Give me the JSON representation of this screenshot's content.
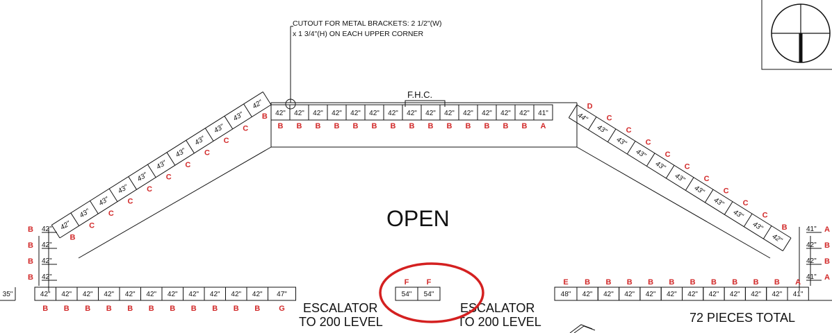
{
  "callout": {
    "line1": "CUTOUT FOR METAL BRACKETS: 2 1/2\"(W)",
    "line2": "x 1 3/4\"(H) ON EACH UPPER CORNER"
  },
  "fhc_label": "F.H.C.",
  "open_label": "OPEN",
  "escalator_left": {
    "line1": "ESCALATOR",
    "line2": "TO 200 LEVEL"
  },
  "escalator_right": {
    "line1": "ESCALATOR",
    "line2": "TO 200 LEVEL"
  },
  "total_label": "72 PIECES TOTAL",
  "top_row": {
    "values": [
      "42\"",
      "42\"",
      "42\"",
      "42\"",
      "42\"",
      "42\"",
      "42\"",
      "42\"",
      "42\"",
      "42\"",
      "42\"",
      "42\"",
      "42\"",
      "42\"",
      "41\""
    ],
    "codes": [
      "B",
      "B",
      "B",
      "B",
      "B",
      "B",
      "B",
      "B",
      "B",
      "B",
      "B",
      "B",
      "B",
      "B",
      "A"
    ]
  },
  "left_diagonal": {
    "values": [
      "42\"",
      "43\"",
      "43\"",
      "43\"",
      "43\"",
      "43\"",
      "43\"",
      "43\"",
      "43\"",
      "43\"",
      "42\""
    ],
    "codes": [
      "B",
      "C",
      "C",
      "C",
      "C",
      "C",
      "C",
      "C",
      "C",
      "C",
      "B"
    ]
  },
  "right_diagonal": {
    "values": [
      "44\"",
      "43\"",
      "43\"",
      "43\"",
      "43\"",
      "43\"",
      "43\"",
      "43\"",
      "43\"",
      "43\"",
      "42\""
    ],
    "codes": [
      "D",
      "C",
      "C",
      "C",
      "C",
      "C",
      "C",
      "C",
      "C",
      "C",
      "B"
    ]
  },
  "left_vertical": {
    "values": [
      "42\"",
      "42\"",
      "42\"",
      "42\""
    ],
    "codes": [
      "B",
      "B",
      "B",
      "B"
    ]
  },
  "right_vertical": {
    "values": [
      "41\"",
      "42\"",
      "42\"",
      "41\""
    ],
    "codes": [
      "A",
      "B",
      "B",
      "A"
    ]
  },
  "bottom_left": {
    "values": [
      "35\"",
      "42\"",
      "42\"",
      "42\"",
      "42\"",
      "42\"",
      "42\"",
      "42\"",
      "42\"",
      "42\"",
      "42\"",
      "42\"",
      "47\""
    ],
    "codes": [
      "",
      "B",
      "B",
      "B",
      "B",
      "B",
      "B",
      "B",
      "B",
      "B",
      "B",
      "B",
      "G"
    ]
  },
  "center": {
    "values": [
      "54\"",
      "54\""
    ],
    "codes": [
      "F",
      "F"
    ]
  },
  "bottom_right": {
    "values": [
      "48\"",
      "42\"",
      "42\"",
      "42\"",
      "42\"",
      "42\"",
      "42\"",
      "42\"",
      "42\"",
      "42\"",
      "42\"",
      "41\""
    ],
    "codes": [
      "E",
      "B",
      "B",
      "B",
      "B",
      "B",
      "B",
      "B",
      "B",
      "B",
      "B",
      "A"
    ]
  },
  "colors": {
    "line": "#111111",
    "code": "#d22a2a",
    "highlight": "#d42020"
  }
}
